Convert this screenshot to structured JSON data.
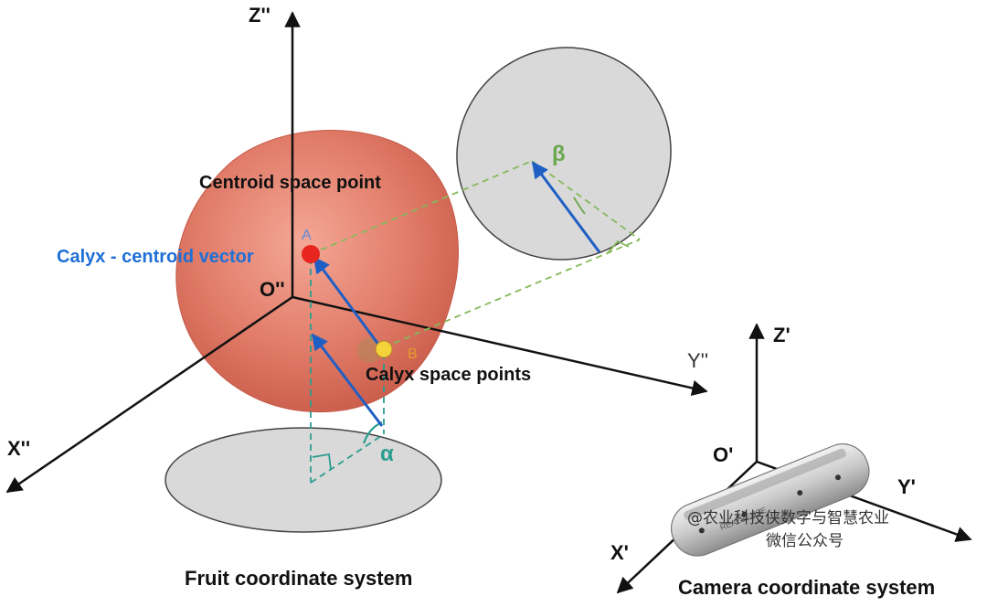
{
  "fruit_axes": {
    "z": "Z''",
    "y": "Y''",
    "x": "X''",
    "origin": "O''"
  },
  "camera_axes": {
    "z": "Z'",
    "y": "Y'",
    "x": "X'",
    "origin": "O'"
  },
  "labels": {
    "centroid_space_point": "Centroid space point",
    "calyx_centroid_vector": "Calyx - centroid vector",
    "calyx_space_points": "Calyx space points",
    "point_a": "A",
    "point_b": "B",
    "alpha": "α",
    "beta": "β"
  },
  "captions": {
    "fruit": "Fruit coordinate system",
    "camera": "Camera coordinate system"
  },
  "camera_brand": "REALSENSE",
  "watermark": {
    "line1": "@农业科技侠数字与智慧农业",
    "line2": "微信公众号"
  },
  "colors": {
    "vector": "#1f5fc4",
    "centroid_label": "#1e6fd6",
    "dashed_green": "#86b85a",
    "dashed_teal": "#2a9d8f",
    "beta": "#6aa84f",
    "alpha": "#2a9d8f",
    "fruit": "#e07f6d",
    "projection": "#d9d9d9",
    "centroid_point": "#e8261f",
    "calyx_point": "#f3d23a",
    "point_b_label": "#e69c2a",
    "point_a_label": "#5b8bd8"
  }
}
